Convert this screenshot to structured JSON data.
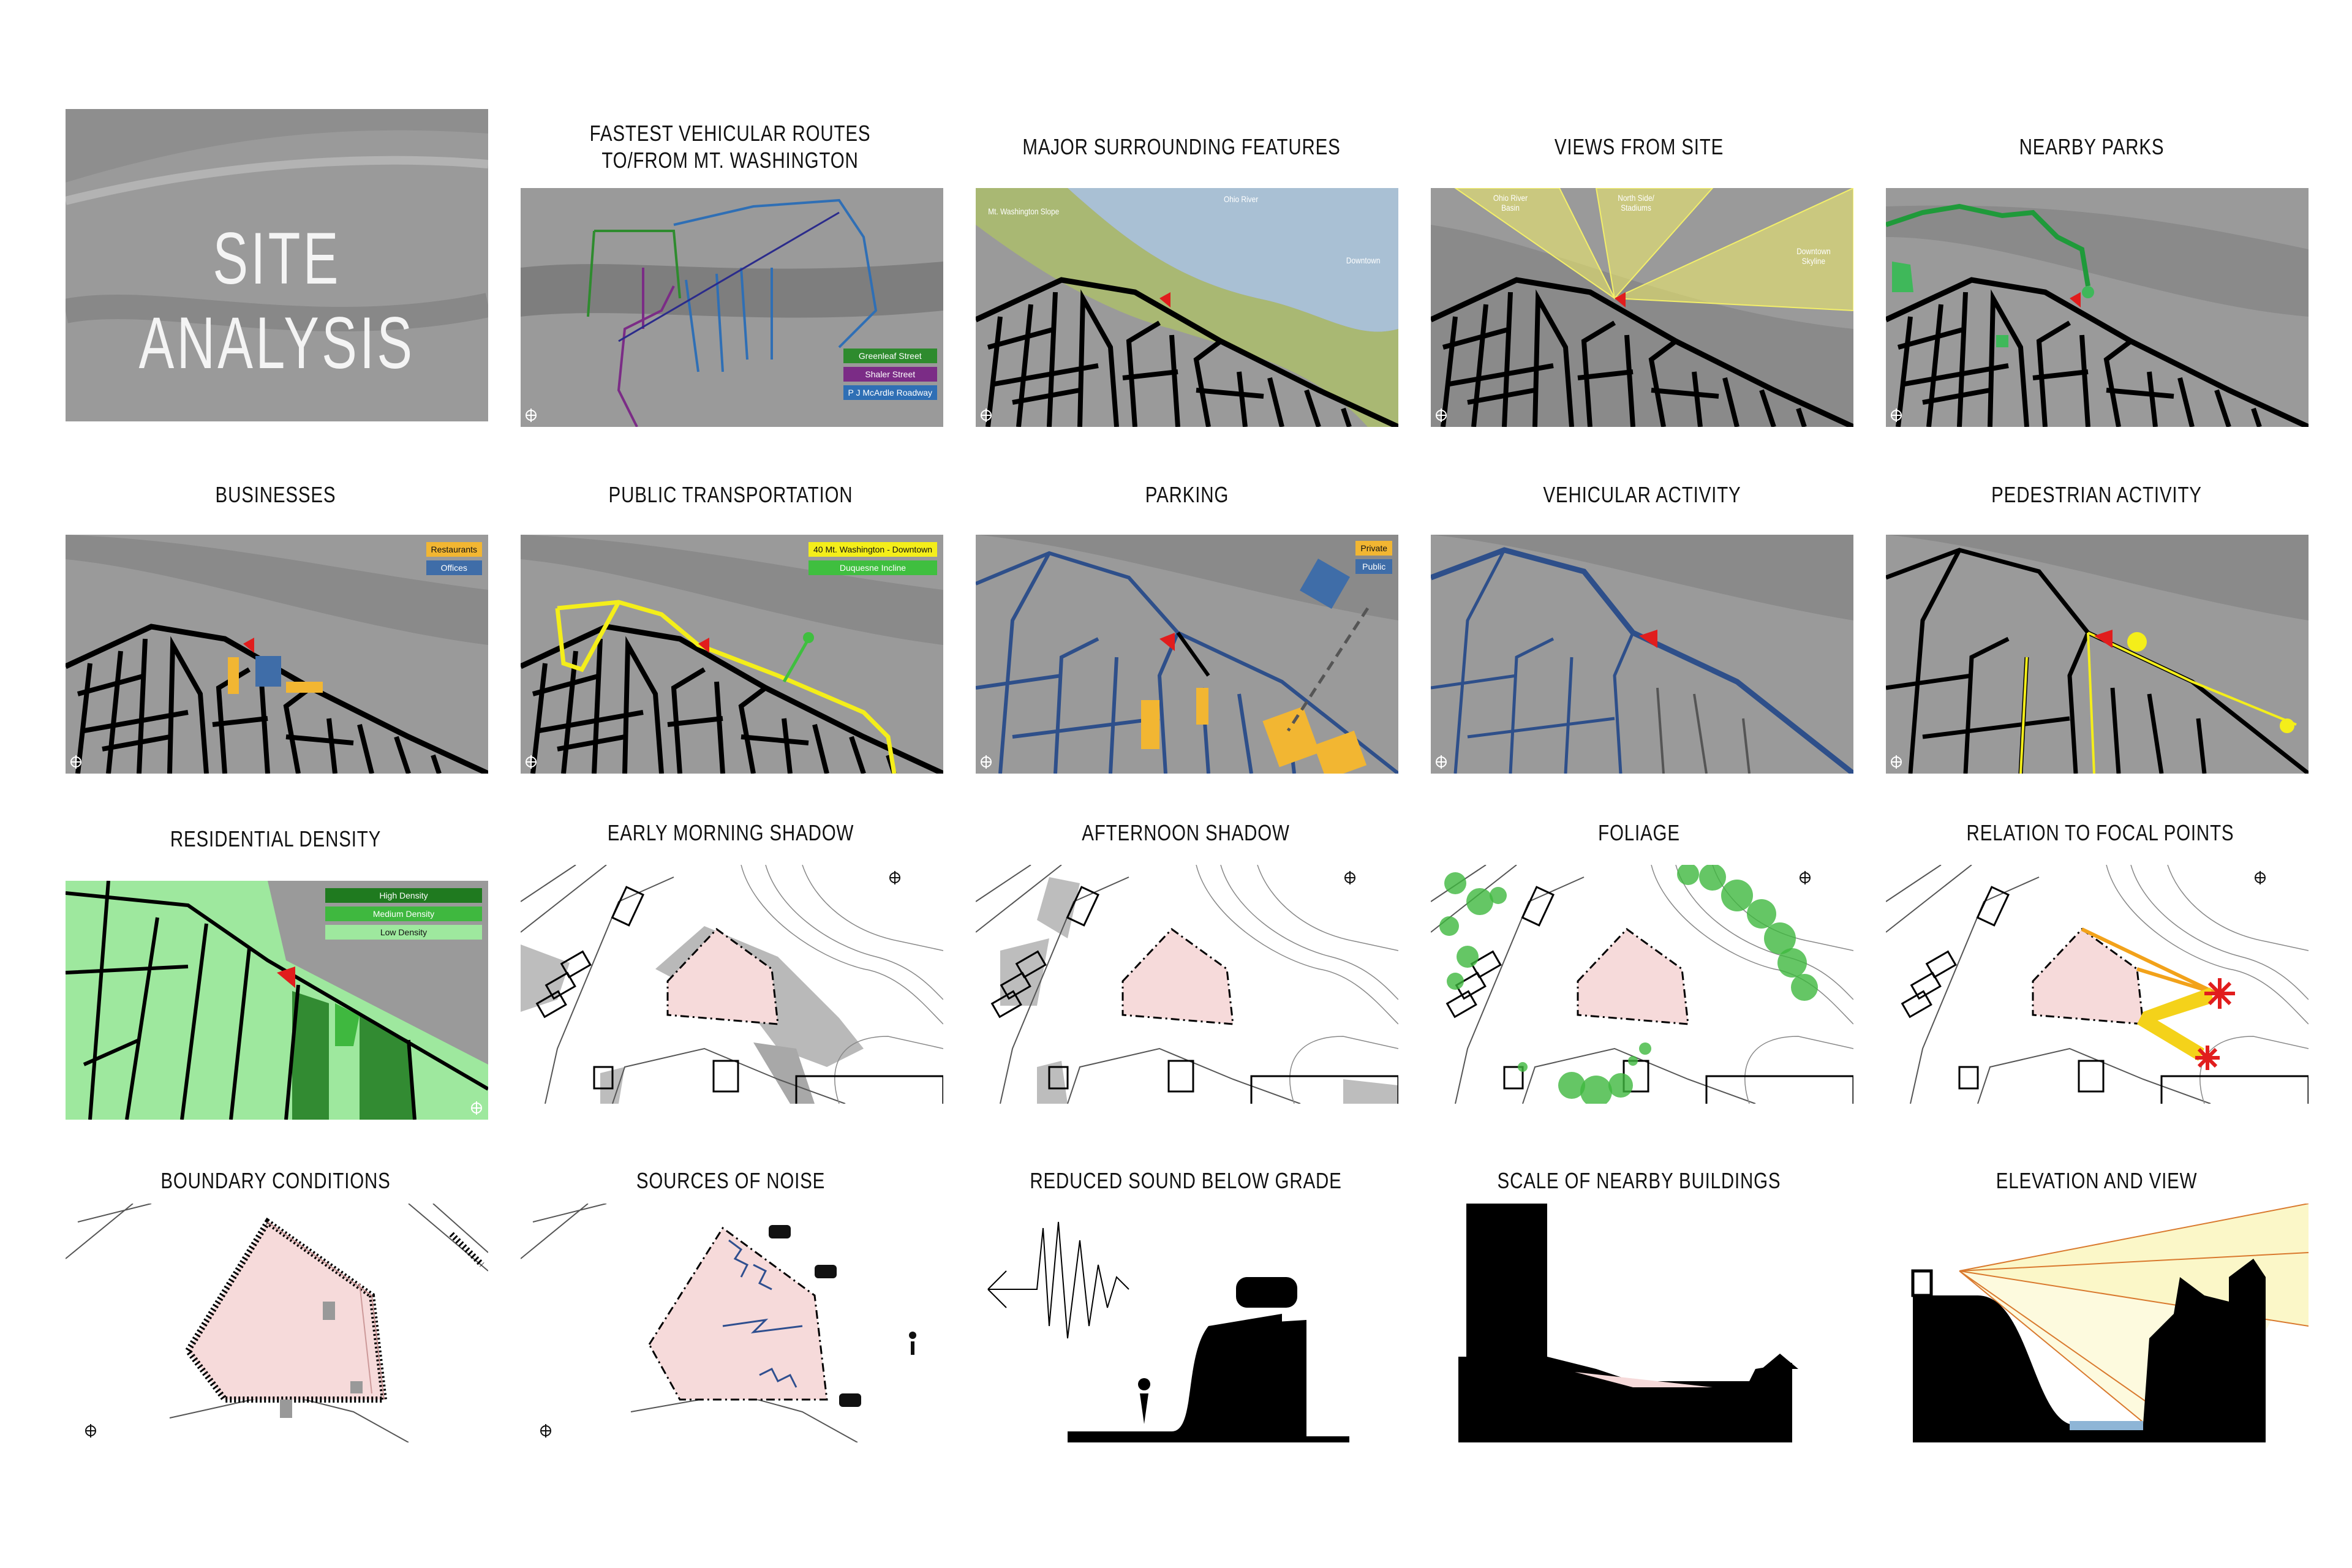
{
  "hero": {
    "title": "SITE ANALYSIS"
  },
  "panels": {
    "fastest_routes": {
      "title_line1": "FASTEST VEHICULAR ROUTES",
      "title_line2": "TO/FROM MT. WASHINGTON",
      "legend": [
        {
          "label": "Greenleaf Street",
          "color": "#2e8b2e"
        },
        {
          "label": "Shaler Street",
          "color": "#7b2c86"
        },
        {
          "label": "P J McArdle Roadway",
          "color": "#2f6fb5"
        }
      ]
    },
    "major_features": {
      "title": "MAJOR SURROUNDING FEATURES",
      "labels": [
        "Mt. Washington Slope",
        "Ohio River",
        "Downtown"
      ]
    },
    "views": {
      "title": "VIEWS FROM SITE",
      "labels": [
        "Ohio River Basin",
        "North Side/ Stadiums",
        "Downtown Skyline"
      ]
    },
    "parks": {
      "title": "NEARBY PARKS"
    },
    "businesses": {
      "title": "BUSINESSES",
      "legend": [
        {
          "label": "Restaurants",
          "color": "#f2b632"
        },
        {
          "label": "Offices",
          "color": "#3f6da8"
        }
      ]
    },
    "transit": {
      "title": "PUBLIC TRANSPORTATION",
      "legend": [
        {
          "label": "40 Mt. Washington - Downtown",
          "color": "#f4ee1a"
        },
        {
          "label": "Duquesne Incline",
          "color": "#3fbf3f"
        }
      ]
    },
    "parking": {
      "title": "PARKING",
      "legend": [
        {
          "label": "Private",
          "color": "#f2b632"
        },
        {
          "label": "Public",
          "color": "#3f6da8"
        }
      ]
    },
    "vehicular": {
      "title": "VEHICULAR ACTIVITY"
    },
    "pedestrian": {
      "title": "PEDESTRIAN ACTIVITY"
    },
    "residential": {
      "title": "RESIDENTIAL DENSITY",
      "legend": [
        {
          "label": "High Density",
          "color": "#1f7a1f"
        },
        {
          "label": "Medium Density",
          "color": "#3fb83f"
        },
        {
          "label": "Low Density",
          "color": "#9ee89e"
        }
      ]
    },
    "morning_shadow": {
      "title": "EARLY MORNING SHADOW"
    },
    "afternoon_shadow": {
      "title": "AFTERNOON SHADOW"
    },
    "foliage": {
      "title": "FOLIAGE"
    },
    "focal_points": {
      "title": "RELATION TO FOCAL POINTS"
    },
    "boundary": {
      "title": "BOUNDARY CONDITIONS"
    },
    "noise": {
      "title": "SOURCES OF NOISE"
    },
    "sound_below": {
      "title": "REDUCED SOUND BELOW GRADE"
    },
    "scale": {
      "title": "SCALE OF NEARBY BUILDINGS"
    },
    "elevation": {
      "title": "ELEVATION AND VIEW"
    }
  },
  "colors": {
    "site_red": "#e11d1d",
    "site_pink": "#f6dada",
    "photo_gray": "#9a9a9a",
    "street": "#000000"
  },
  "icons": [
    "north-arrow-icon",
    "car-icon",
    "person-icon",
    "asterisk-icon"
  ]
}
